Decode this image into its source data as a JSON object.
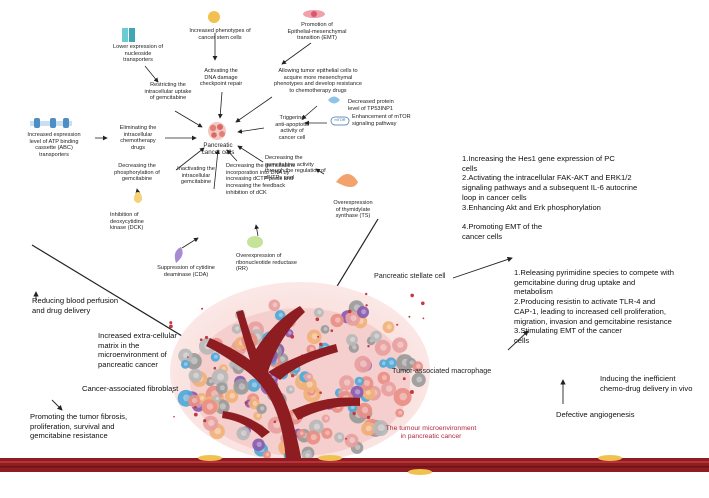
{
  "center": {
    "cell_label": "Pancreatic\ncancer cells"
  },
  "mechanisms": {
    "nucleoside_transporters": "Lower expression of\nnucleoside\ntransporters",
    "restricting_uptake": "Restricting the\nintracellular uptake\nof gemcitabine",
    "cancer_stem_cells": "Increased phenotypes of\ncancer stem cells",
    "dna_damage": "Activating the\nDNA damage\ncheckpoint repair",
    "emt_promotion": "Promotion of\nEpithelial-mesenchymal\ntransition (EMT)",
    "mesenchymal": "Allowing tumor epithelial cells to\nacquire more mesenchymal\nphenotypes and develop resistance\nto chemotherapy drugs",
    "tp53inp1": "Decreased  protein\nlevel of TP53INP1",
    "mtor": "Enhancement of mTOR\nsignaling pathway",
    "mtor_badge": "mTOR",
    "anti_apoptotic": "Triggering\nanti-apoptotic\nactivity of\ncancer cell",
    "abc": "Increased expression\nlevel of ATP binding\ncassette (ABC)\ntransporters",
    "eliminating": "Eliminating the\nintracellular\nchemotherapy\ndrugs",
    "dntps": "Decreasing the\ngemcitabine activity\nthrough the regulation of\ndNTPs pool",
    "ts": "Overexpression\nof thymidylate\nsynthase (TS)",
    "phosphorylation": "Decreasing the\nphosphorylation of\ngemcitabine",
    "dck": "Inhibition of\ndeoxycytidine\nkinase (DCK)",
    "inactivating": "Inactivating the\nintracellular\ngemcitabine",
    "incorporation": "Decreasing the gemcitabine\nincorporation into DNA by\nincreasing dCTP pools and\nincreasing the feedback\ninhibition of dCK",
    "cda": "Suppression of cytidine\ndeaminase (CDA)",
    "rr": "Overexpression of\nribonucleotide reductase\n(RR)"
  },
  "stellate": {
    "label": "Pancreatic stellate cell",
    "effects": "1.Increasing the Hes1 gene expression of PC\ncells\n2.Activating the intracellular FAK-AKT and ERK1/2\nsignaling pathways and a subsequent IL-6 autocrine\nloop in cancer cells\n3.Enhancing Akt and Erk phosphorylation\n\n4.Promoting EMT of the\ncancer cells"
  },
  "macrophage": {
    "label": "Tumor-associated macrophage",
    "effects": "1.Releasing pyrimidine species to compete with\ngemcitabine during drug uptake and\nmetabolism\n2.Producing resistin to activate TLR-4 and\nCAP-1, leading to increased cell proliferation,\nmigration, invasion and gemcitabine resistance\n3.Stimulating  EMT of the cancer\ncells"
  },
  "left": {
    "blood_perfusion": "Reducing blood perfusion\nand drug delivery",
    "ecm": "Increased extra-cellular\nmatrix in the\nmicroenvironment of\npancreatic cancer",
    "caf": "Cancer-associated fibroblast",
    "fibrosis": "Promoting the tumor fibrosis,\nproliferation, survival and\ngemcitabine resistance"
  },
  "right": {
    "inefficient_delivery": "Inducing the inefficient\nchemo-drug delivery in vivo",
    "angiogenesis": "Defective angiogenesis"
  },
  "microenvironment": "The tumour microenvironment\nin pancreatic cancer",
  "colors": {
    "vessel": "#8e1d22",
    "vessel_light": "#c23a40",
    "tumor_pink": "#f2c4c4",
    "cancer_cell": "#e88f86",
    "macrophage_gray": "#9a9a9a",
    "cell_blue": "#4fa8d8",
    "cell_purple": "#8a5bb0",
    "red_text": "#b0283c"
  }
}
